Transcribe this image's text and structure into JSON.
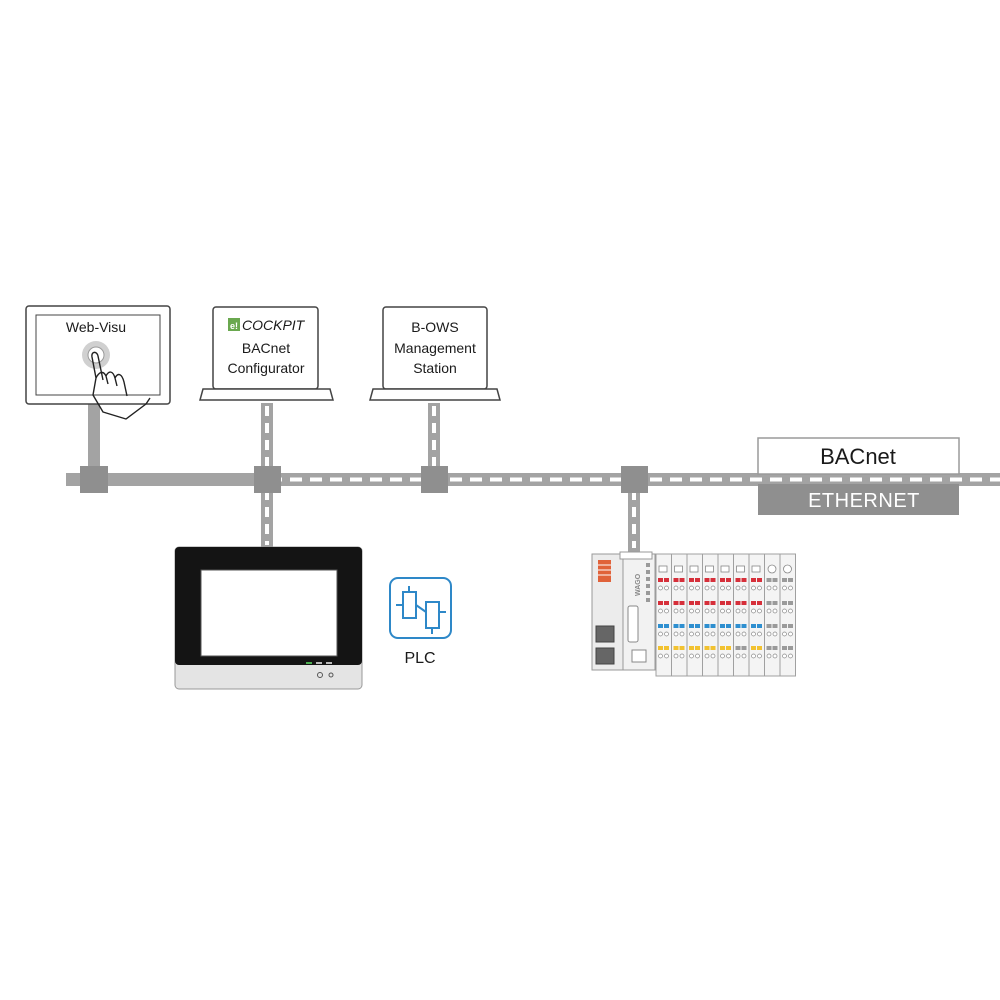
{
  "devices": {
    "web_visu": {
      "label": "Web-Visu"
    },
    "cockpit": {
      "logo_badge": "e!",
      "brand": "COCKPIT",
      "line1": "BACnet",
      "line2": "Configurator"
    },
    "bows": {
      "line1": "B-OWS",
      "line2": "Management",
      "line3": "Station"
    },
    "plc": {
      "label": "PLC"
    },
    "controller": {
      "brand": "WAGO"
    }
  },
  "network": {
    "protocol_label": "BACnet",
    "transport_label": "ETHERNET"
  },
  "colors": {
    "bus_gray": "#a3a3a3",
    "bus_dark": "#8f8f8f",
    "cockpit_green": "#6aa84f",
    "plc_blue": "#2e88c8",
    "panel_black": "#141414",
    "module_red": "#d62f3a",
    "module_blue": "#2e8fd0",
    "module_yellow": "#f2c230",
    "module_orange": "#e0623a"
  }
}
